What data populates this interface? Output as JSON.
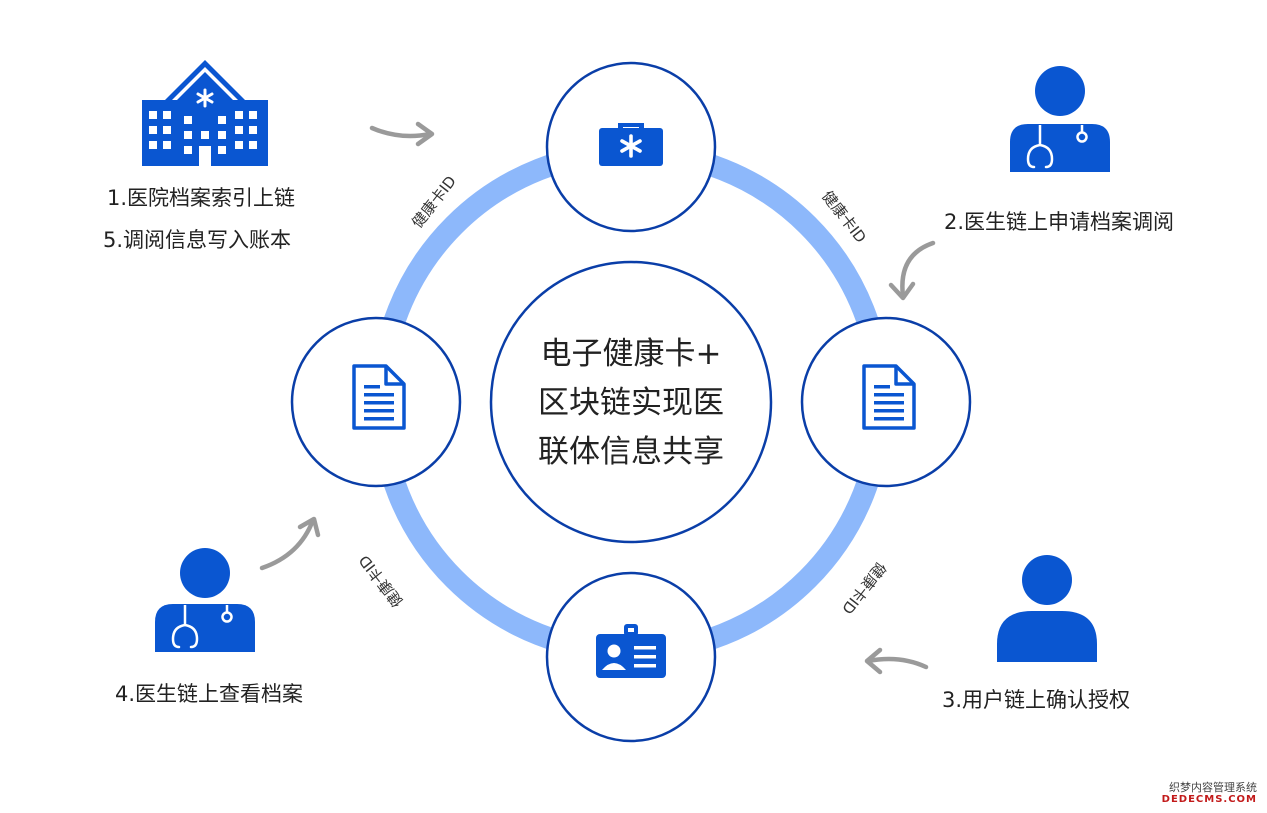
{
  "center": {
    "lines": [
      "电子健康卡+",
      "区块链实现医",
      "联体信息共享"
    ]
  },
  "ring_label": "健康卡ID",
  "steps": {
    "s1": "1.医院档案索引上链",
    "s5": "5.调阅信息写入账本",
    "s2": "2.医生链上申请档案调阅",
    "s3": "3.用户链上确认授权",
    "s4": "4.医生链上查看档案"
  },
  "nodes": {
    "top": "medical-kit-icon",
    "right": "document-icon",
    "bottom": "id-card-icon",
    "left": "document-icon"
  },
  "actors": {
    "hospital": "hospital-icon",
    "doctor_right": "doctor-icon",
    "user": "user-icon",
    "doctor_left": "doctor-icon"
  },
  "watermark": {
    "line1": "织梦内容管理系统",
    "line2": "DEDECMS.COM"
  },
  "colors": {
    "primary": "#0a56d1",
    "ring": "#8db8fb",
    "arrow": "#9a9a9a",
    "circle_border": "#0a3ea8"
  }
}
